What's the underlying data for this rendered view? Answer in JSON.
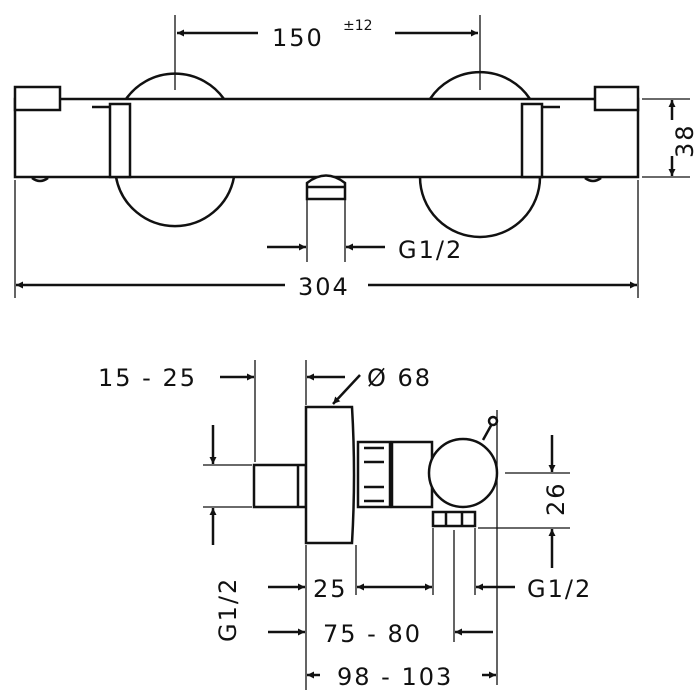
{
  "top_view": {
    "dim_centers": "150",
    "dim_centers_tolerance": "±12",
    "dim_outlet": "G1/2",
    "dim_length": "304",
    "dim_height": "38"
  },
  "side_view": {
    "dim_wall": "15 - 25",
    "dim_escutcheon": "Ø 68",
    "dim_inlet": "G1/2",
    "dim_25": "25",
    "dim_outlet": "G1/2",
    "dim_75_80": "75 - 80",
    "dim_98_103": "98 - 103",
    "dim_26": "26"
  }
}
